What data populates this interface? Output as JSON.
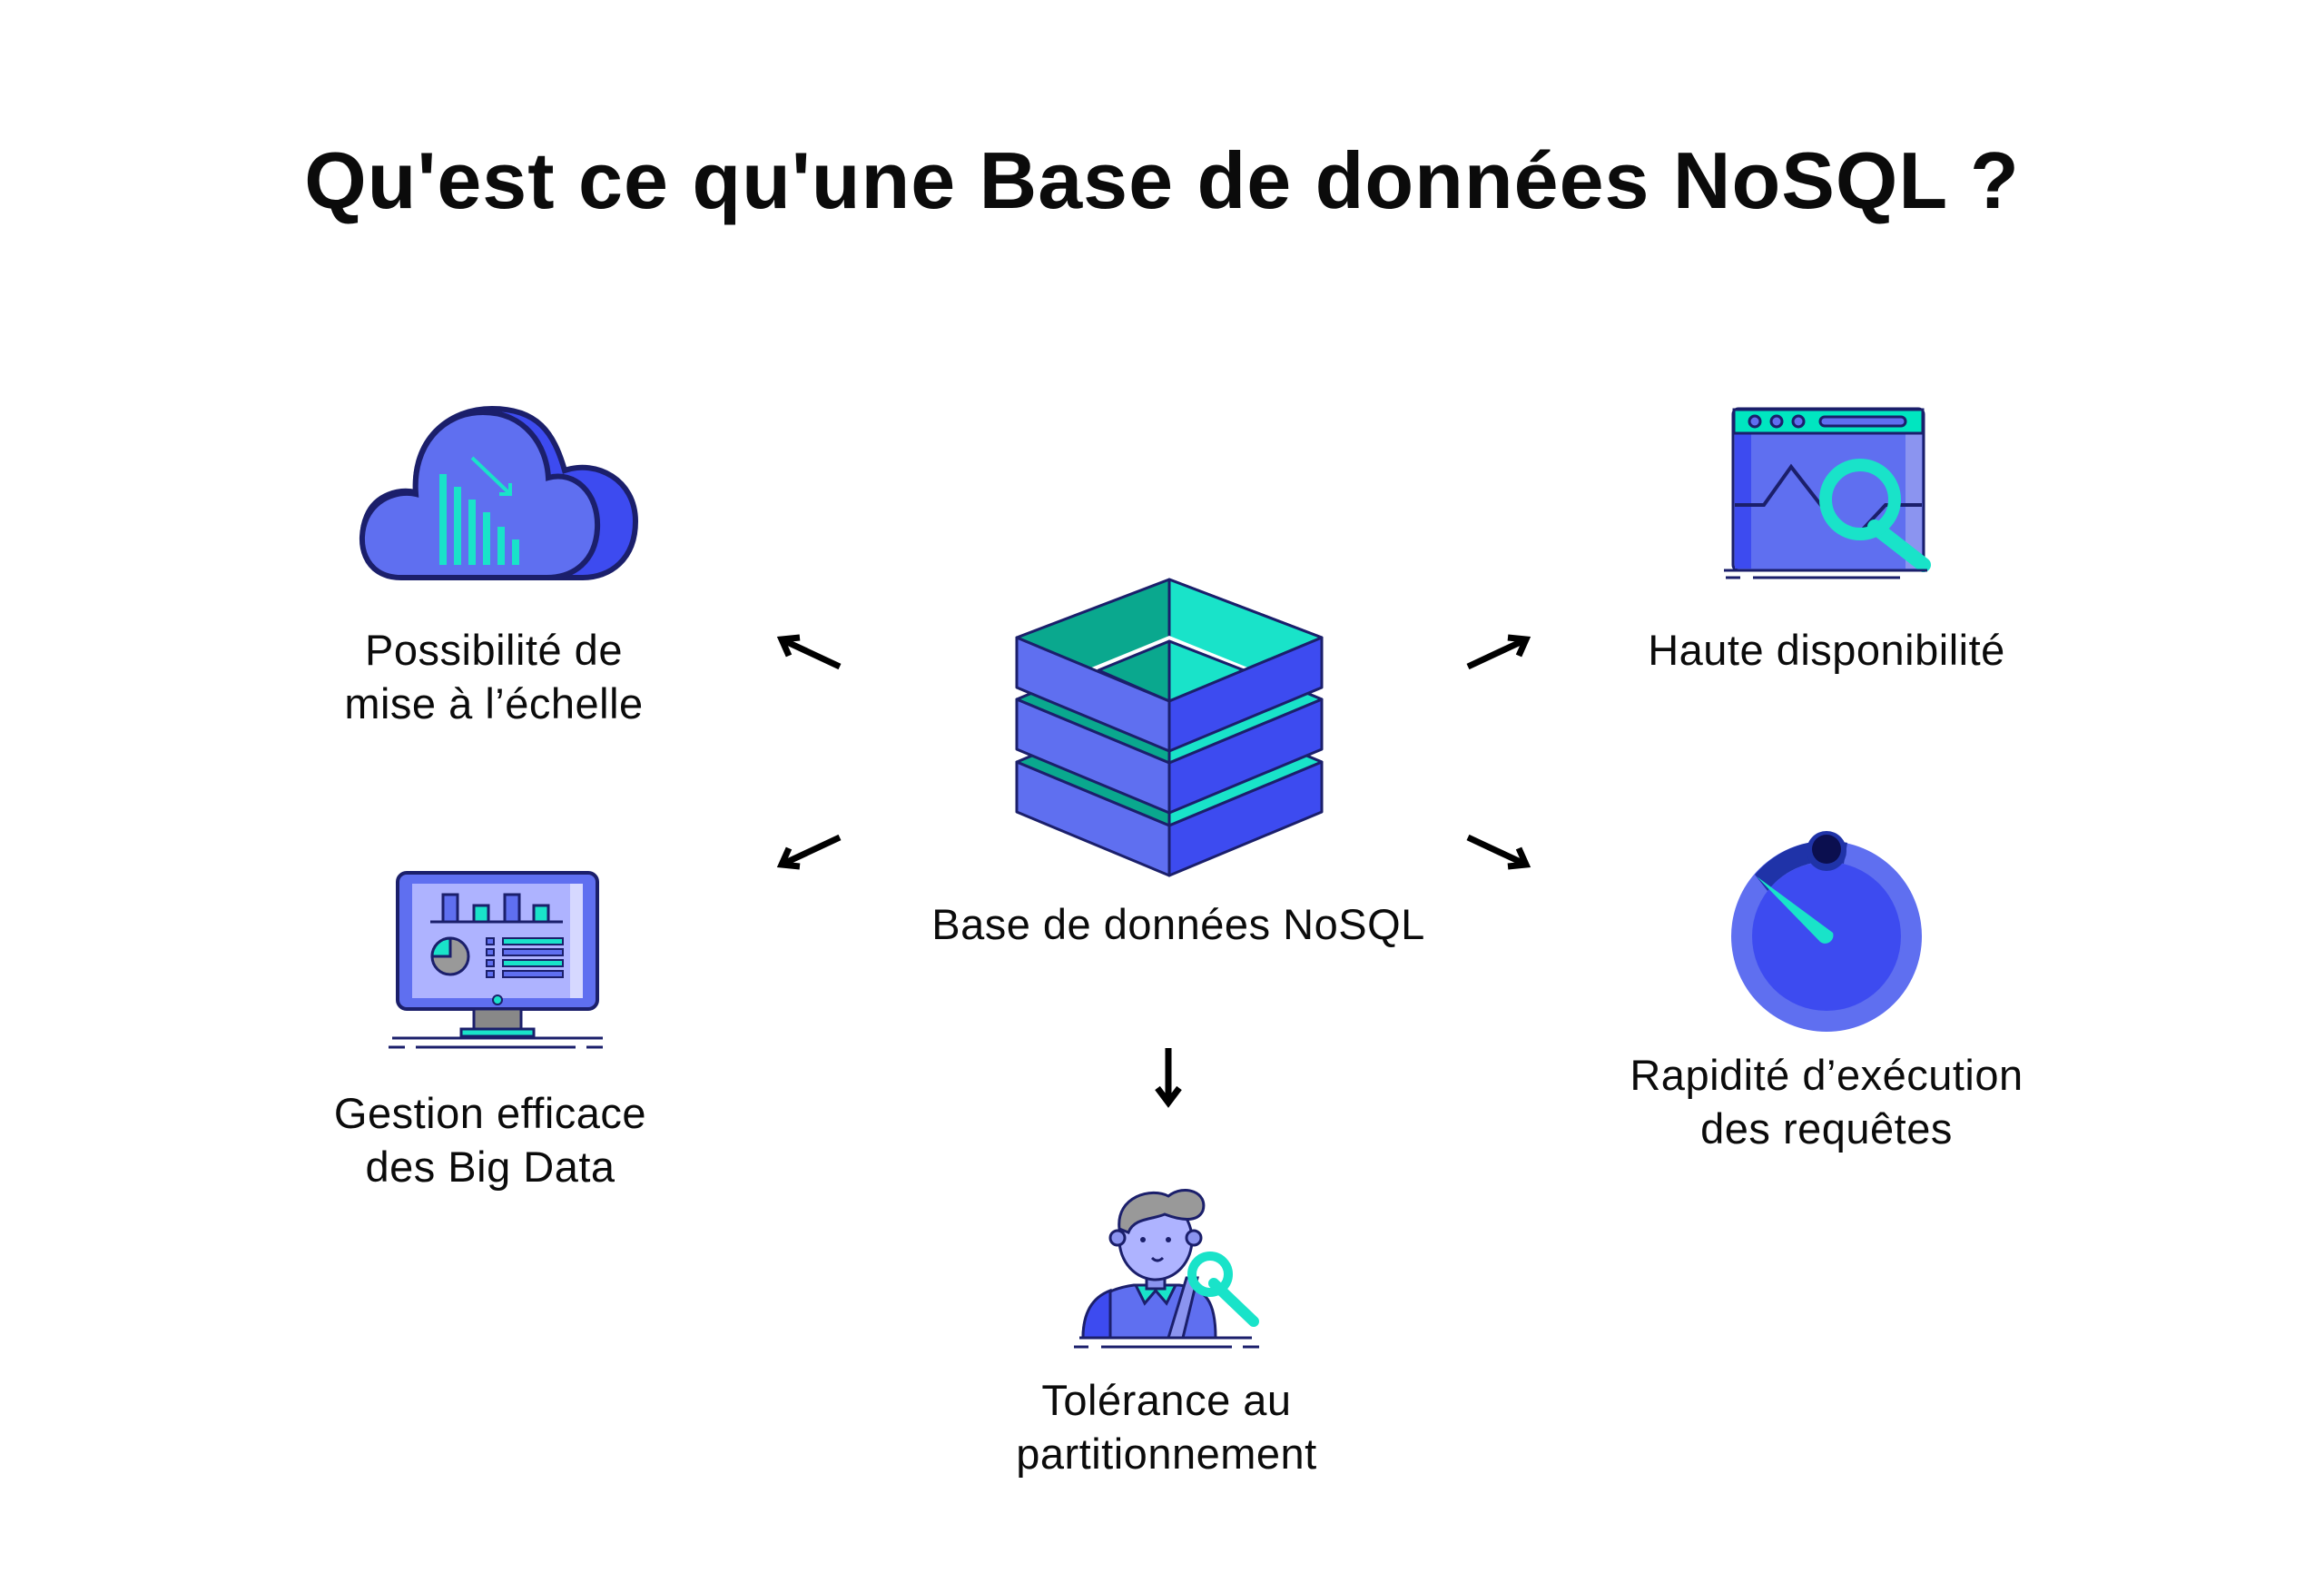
{
  "title": "Qu'est ce qu'une Base de données NoSQL ?",
  "center": {
    "label": "Base de données NoSQL",
    "icon": "database-stack-icon"
  },
  "features": {
    "scalability": {
      "lines": [
        "Possibilité de",
        "mise à l’échelle"
      ],
      "icon": "cloud-chart-icon"
    },
    "big_data": {
      "lines": [
        "Gestion efficace",
        "des Big Data"
      ],
      "icon": "monitor-dashboard-icon"
    },
    "availability": {
      "lines": [
        "Haute disponibilité"
      ],
      "icon": "browser-magnifier-icon"
    },
    "speed": {
      "lines": [
        "Rapidité d’exécution",
        "des requêtes"
      ],
      "icon": "speedometer-icon"
    },
    "partition": {
      "lines": [
        "Tolérance au",
        "partitionnement"
      ],
      "icon": "person-magnifier-icon"
    }
  },
  "colors": {
    "primary": "#5f6ff0",
    "dark_blue": "#3d4bf0",
    "teal": "#19e3c9",
    "dark_teal": "#0aa88e",
    "outline": "#1b1f6b"
  }
}
